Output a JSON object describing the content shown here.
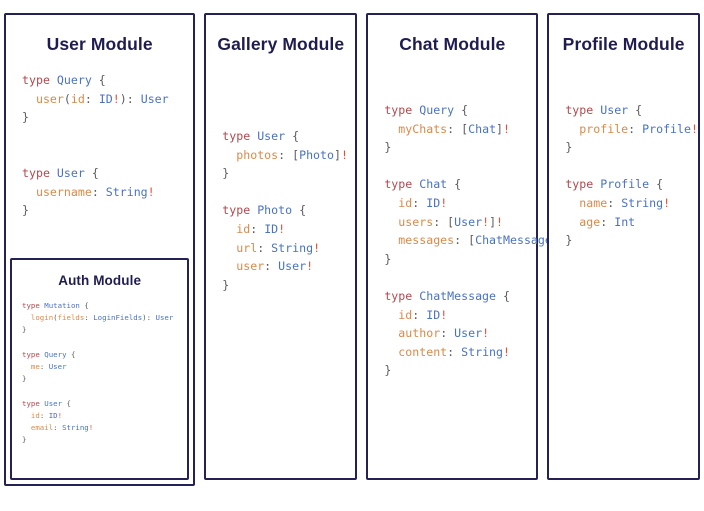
{
  "diagram": {
    "kind": "graphql-schema-modules-board",
    "accent_border": "#242155",
    "title_color": "#1f1d4f",
    "background": "#ffffff",
    "token_colors": {
      "keyword": "#b5474d",
      "type_name": "#4a72c4",
      "field_name": "#d98a4a",
      "punctuation": "#5d5d5d",
      "non_null": "#e1523d"
    }
  },
  "columns": [
    {
      "id": "user-module",
      "title": "User Module",
      "code_lines": [
        "type Query {",
        "  user(id: ID!): User",
        "}",
        "",
        "",
        "type User {",
        "  username: String!",
        "}"
      ],
      "nested": {
        "id": "auth-module",
        "title": "Auth Module",
        "code_lines": [
          "type Mutation {",
          "  login(fields: LoginFields): User",
          "}",
          "",
          "type Query {",
          "  me: User",
          "}",
          "",
          "type User {",
          "  id: ID!",
          "  email: String!",
          "}"
        ]
      }
    },
    {
      "id": "gallery-module",
      "title": "Gallery Module",
      "code_lines": [
        "type User {",
        "  photos: [Photo]!",
        "}",
        "",
        "type Photo {",
        "  id: ID!",
        "  url: String!",
        "  user: User!",
        "}"
      ]
    },
    {
      "id": "chat-module",
      "title": "Chat Module",
      "code_lines": [
        "type Query {",
        "  myChats: [Chat]!",
        "}",
        "",
        "type Chat {",
        "  id: ID!",
        "  users: [User!]!",
        "  messages: [ChatMessage]!",
        "}",
        "",
        "type ChatMessage {",
        "  id: ID!",
        "  author: User!",
        "  content: String!",
        "}"
      ]
    },
    {
      "id": "profile-module",
      "title": "Profile Module",
      "code_lines": [
        "type User {",
        "  profile: Profile!",
        "}",
        "",
        "type Profile {",
        "  name: String!",
        "  age: Int",
        "}"
      ]
    }
  ]
}
